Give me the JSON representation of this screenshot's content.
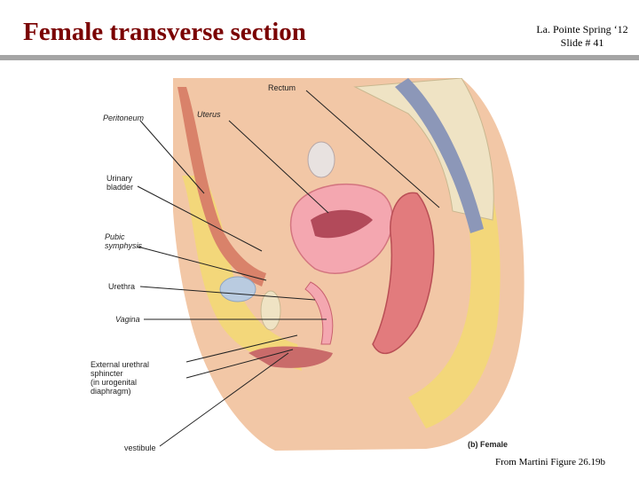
{
  "slide": {
    "title": "Female transverse section",
    "course_line1": "La. Pointe Spring ‘12",
    "course_line2": "Slide # 41",
    "caption": "From Martini Figure 26.19b"
  },
  "figure": {
    "tag": "(b) Female",
    "labels": {
      "rectum": "Rectum",
      "uterus": "Uterus",
      "peritoneum": "Peritoneum",
      "urinary_bladder": [
        "Urinary",
        "bladder"
      ],
      "pubic_symphysis": [
        "Pubic",
        "symphysis"
      ],
      "urethra": "Urethra",
      "vagina": "Vagina",
      "external_sphincter": [
        "External urethral",
        "sphincter",
        "(in urogenital",
        "diaphragm)"
      ],
      "vestibule": "vestibule"
    },
    "colors": {
      "skin": "#f2c7a6",
      "fat": "#f3d77a",
      "muscle": "#d9826a",
      "organ": "#f4a7b0",
      "bone": "#efe3c4",
      "bladder": "#b9cbe0"
    }
  }
}
